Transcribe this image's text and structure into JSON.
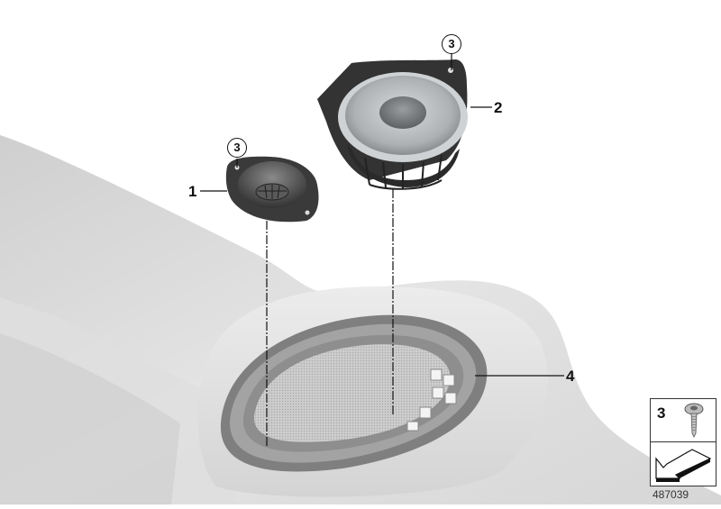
{
  "diagram": {
    "type": "exploded parts diagram",
    "subject": "Dashboard speaker assembly (tweeter, mid-range speaker, dashboard speaker grille)",
    "callouts": [
      {
        "id": "1",
        "label": "1",
        "part": "tweeter"
      },
      {
        "id": "2",
        "label": "2",
        "part": "mid-range speaker"
      },
      {
        "id": "3a",
        "label": "3",
        "part": "screw (tweeter mount)",
        "circled": true
      },
      {
        "id": "3b",
        "label": "3",
        "part": "screw (speaker mount)",
        "circled": true
      },
      {
        "id": "4",
        "label": "4",
        "part": "dashboard speaker grille / trim panel"
      }
    ],
    "legend": {
      "item_number": "3",
      "item_icon": "screw-icon",
      "arrow_icon": "direction-arrow-icon"
    },
    "part_number": "487039"
  },
  "colors": {
    "background": "#ffffff",
    "dashboard": "#d9d9d9",
    "dashboard_light": "#e8e8e8",
    "speaker_dark": "#3a3a3a",
    "speaker_cone": "#b9bcbf",
    "grille_ring": "#8a8a8a",
    "mesh": "#c9c9c9",
    "line": "#111111"
  }
}
